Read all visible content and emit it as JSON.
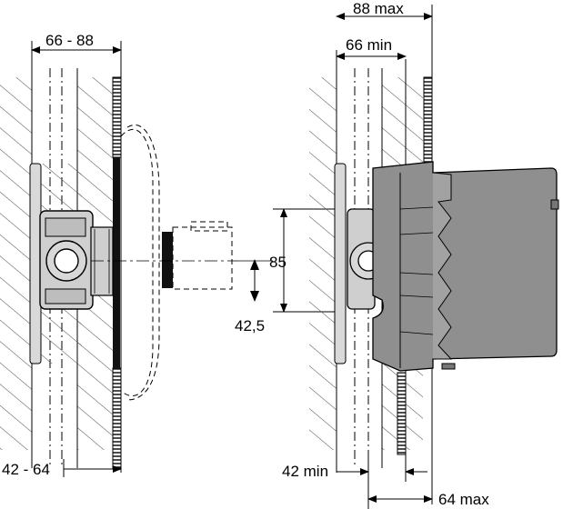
{
  "left_view": {
    "top_dimension": "66 - 88",
    "bottom_dimension": "42 - 64"
  },
  "center": {
    "dimension_85": "85",
    "dimension_42_5": "42,5"
  },
  "right_view": {
    "top_dimension_max": "88 max",
    "top_dimension_min": "66 min",
    "bottom_dimension_min": "42 min",
    "bottom_dimension_max": "64 max"
  },
  "colors": {
    "line": "#000000",
    "hatch": "#444444",
    "valve_body": "#cfcfcf",
    "box_body": "#8f8f8f",
    "plate": "#d9d9d9"
  }
}
